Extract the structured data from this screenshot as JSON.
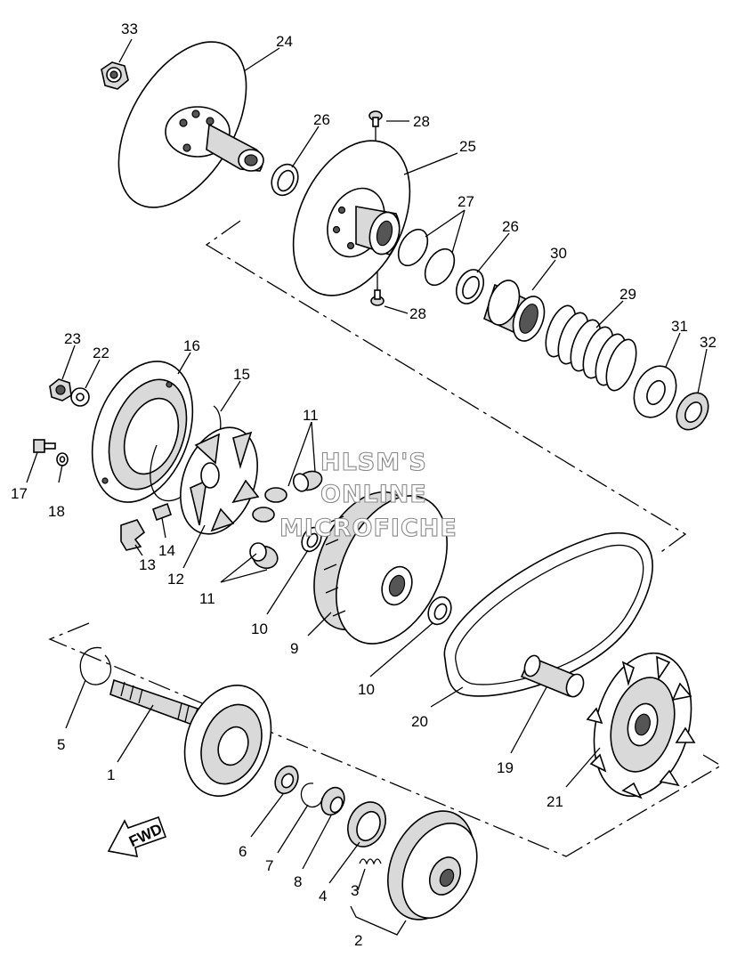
{
  "watermark": {
    "line1": "HLSM'S",
    "line2": "ONLINE",
    "line3": "MICROFICHE"
  },
  "fwd_label": "FWD",
  "callouts": {
    "n1": "1",
    "n2": "2",
    "n3": "3",
    "n4": "4",
    "n5": "5",
    "n6": "6",
    "n7": "7",
    "n8": "8",
    "n9": "9",
    "n10a": "10",
    "n10b": "10",
    "n11a": "11",
    "n11b": "11",
    "n12": "12",
    "n13": "13",
    "n14": "14",
    "n15": "15",
    "n16": "16",
    "n17": "17",
    "n18": "18",
    "n19": "19",
    "n20": "20",
    "n21": "21",
    "n22": "22",
    "n23": "23",
    "n24": "24",
    "n25": "25",
    "n26a": "26",
    "n26b": "26",
    "n27": "27",
    "n28a": "28",
    "n28b": "28",
    "n29": "29",
    "n30": "30",
    "n31": "31",
    "n32": "32",
    "n33": "33"
  }
}
